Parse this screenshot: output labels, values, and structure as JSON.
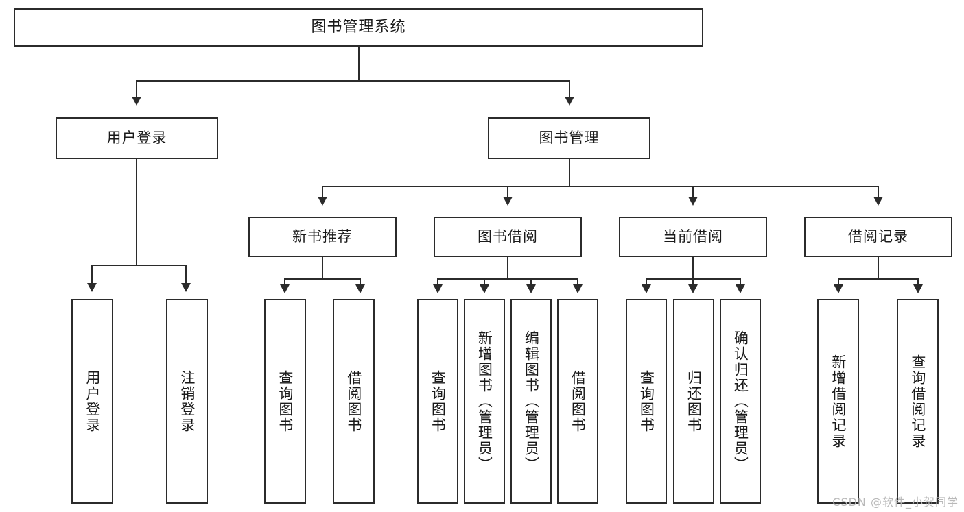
{
  "diagram": {
    "title": "图书管理系统",
    "type": "tree",
    "root": {
      "label": "图书管理系统"
    },
    "level2": [
      {
        "label": "用户登录"
      },
      {
        "label": "图书管理"
      }
    ],
    "level3": [
      {
        "label": "新书推荐"
      },
      {
        "label": "图书借阅"
      },
      {
        "label": "当前借阅"
      },
      {
        "label": "借阅记录"
      }
    ],
    "leaves": {
      "user_login": [
        {
          "label": "用户登录"
        },
        {
          "label": "注销登录"
        }
      ],
      "new_book_recommend": [
        {
          "label": "查询图书"
        },
        {
          "label": "借阅图书"
        }
      ],
      "book_borrow": [
        {
          "label": "查询图书"
        },
        {
          "label": "新增图书（管理员）"
        },
        {
          "label": "编辑图书（管理员）"
        },
        {
          "label": "借阅图书"
        }
      ],
      "current_borrow": [
        {
          "label": "查询图书"
        },
        {
          "label": "归还图书"
        },
        {
          "label": "确认归还（管理员）"
        }
      ],
      "borrow_record": [
        {
          "label": "新增借阅记录"
        },
        {
          "label": "查询借阅记录"
        }
      ]
    }
  },
  "watermark": {
    "text": "CSDN @软件_小贺同学"
  },
  "colors": {
    "border": "#2b2b2b",
    "background": "#ffffff",
    "text": "#1a1a1a",
    "watermark": "#b9b9b9"
  }
}
